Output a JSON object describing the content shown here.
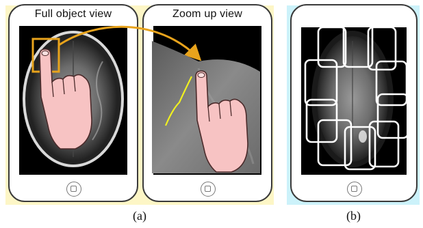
{
  "panel_a": {
    "background_color": "#fdf6c6",
    "left_phone": {
      "title": "Full object view"
    },
    "right_phone": {
      "title": "Zoom up view"
    },
    "caption": "(a)"
  },
  "panel_b": {
    "background_color": "#ccf2fa",
    "caption": "(b)"
  },
  "colors": {
    "highlight_box": "#e8a31c",
    "arrow": "#e8a31c",
    "hand_fill": "#f7c3c3",
    "hand_stroke": "#4a2a2a",
    "edge_trace": "#f0f020",
    "tile_outline": "#ffffff"
  },
  "icons": [
    "home-button-icon",
    "pointing-hand-icon"
  ]
}
